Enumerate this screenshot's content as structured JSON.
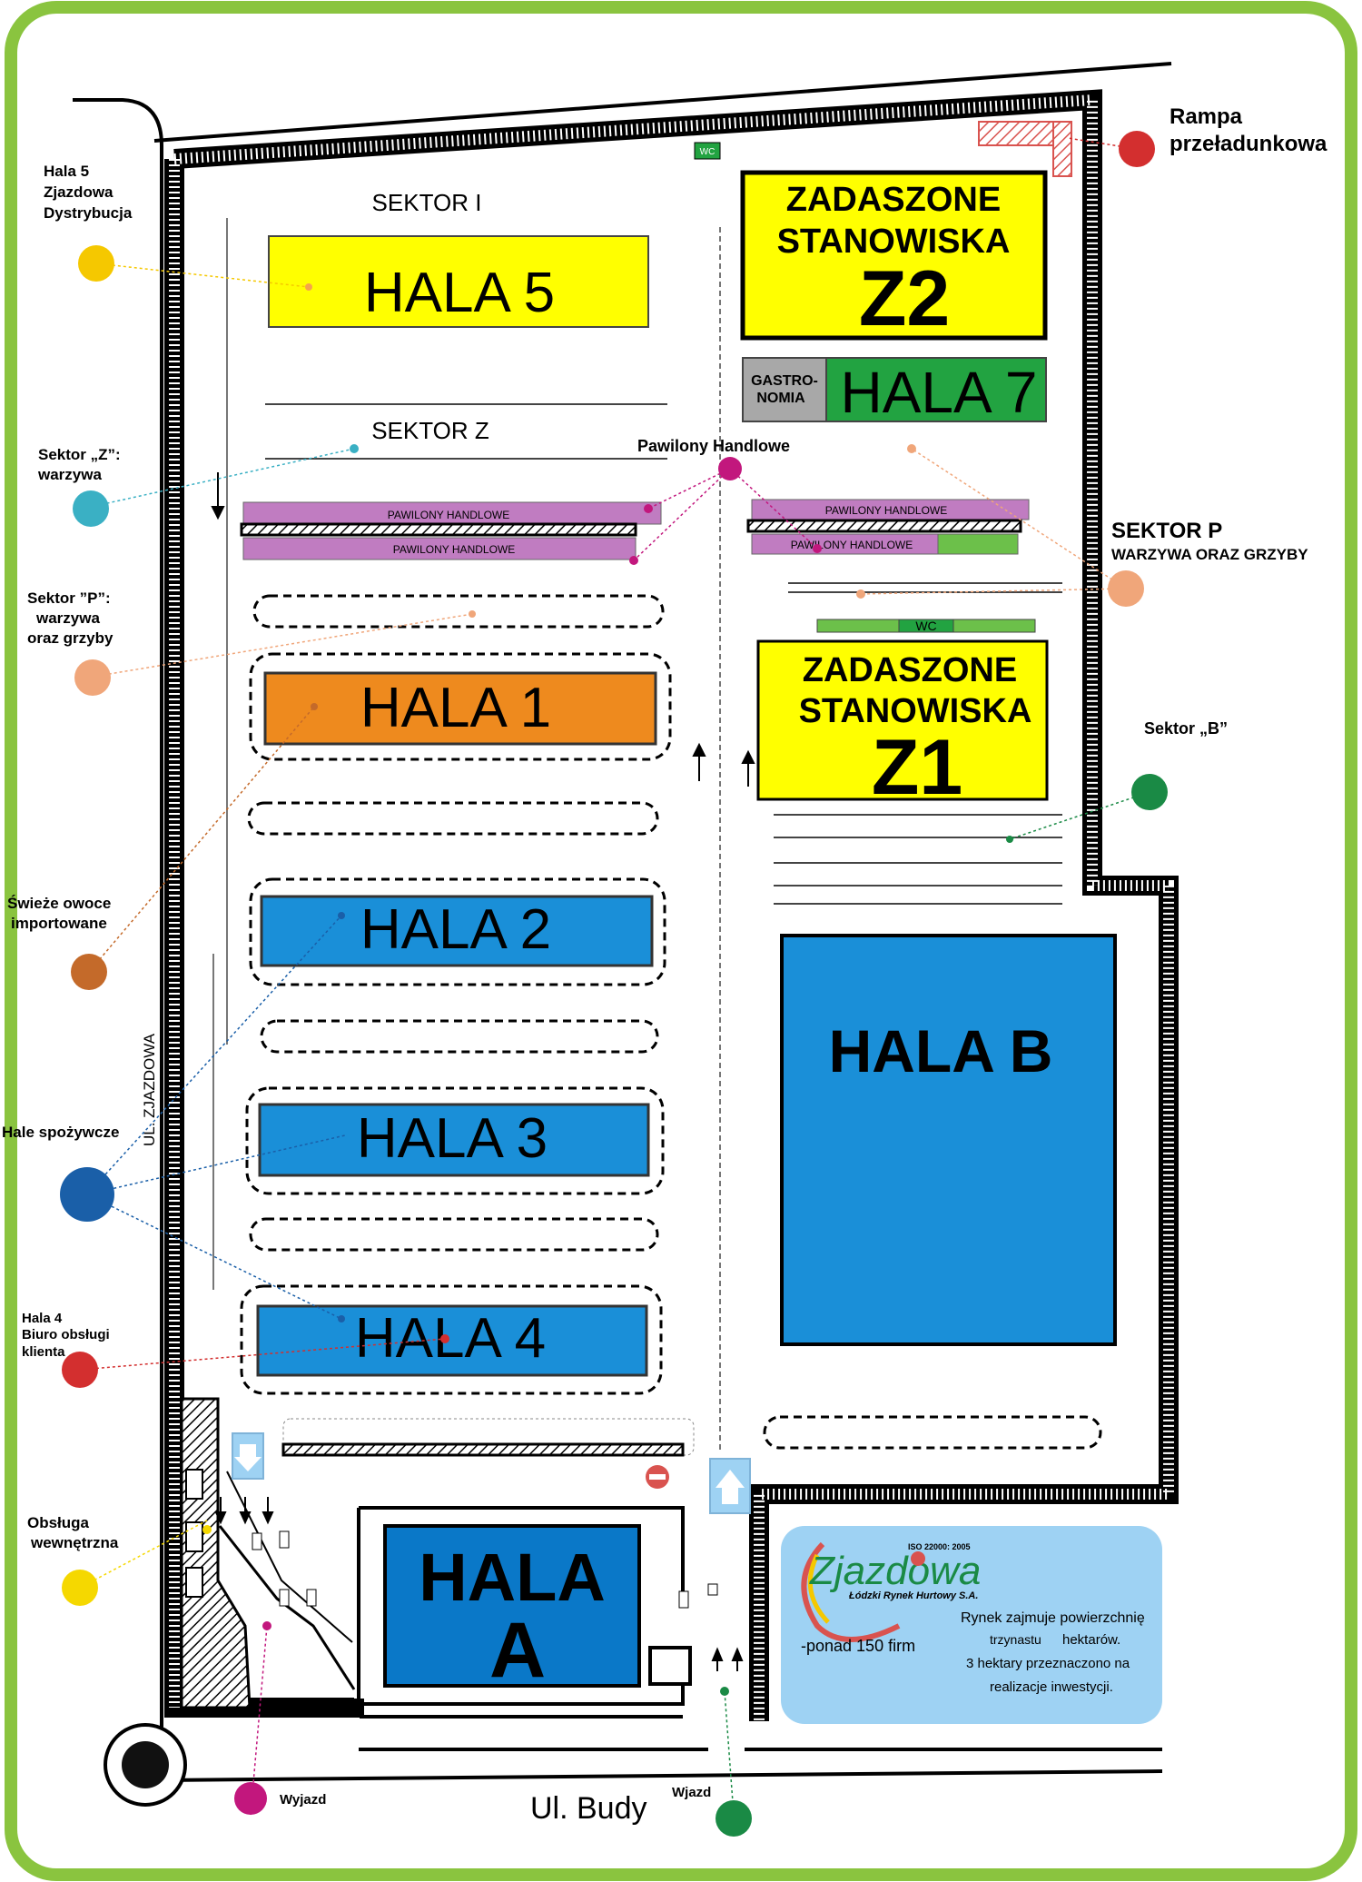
{
  "colors": {
    "frame": "#8ac43f",
    "yellow": "#ffff00",
    "orange": "#ee8a1e",
    "blue": "#1a8fd8",
    "dark_blue": "#0a78c8",
    "green": "#22a341",
    "light_green": "#6cc04a",
    "purple": "#c07cc1",
    "gray": "#a8a8a8",
    "info": "#9ed2f3",
    "rampa": "#d9534f"
  },
  "halls": {
    "hala5": "HALA 5",
    "hala1": "HALA 1",
    "hala2": "HALA 2",
    "hala3": "HALA 3",
    "hala4": "HALA 4",
    "hala7": "HALA 7",
    "hala_b": "HALA B",
    "hala_a_line1": "HALA",
    "hala_a_line2": "A",
    "gastro_line1": "GASTRO-",
    "gastro_line2": "NOMIA",
    "z2_line1": "ZADASZONE",
    "z2_line2": "STANOWISKA",
    "z2_line3": "Z2",
    "z1_line1": "ZADASZONE",
    "z1_line2": "STANOWISKA",
    "z1_line3": "Z1",
    "pawilony": "PAWILONY HANDLOWE",
    "wc": "WC"
  },
  "map_labels": {
    "sektor_i": "SEKTOR I",
    "sektor_z": "SEKTOR Z",
    "pawilony_handlowe": "Pawilony Handlowe",
    "ul_zjazdowa": "UL. ZJAZDOWA",
    "ul_budy": "Ul. Budy",
    "wjazd": "Wjazd",
    "wyjazd": "Wyjazd"
  },
  "legend": {
    "hala5_line1": "Hala 5",
    "hala5_line2": "Zjazdowa",
    "hala5_line3": "Dystrybucja",
    "sektor_z_line1": "Sektor „Z”:",
    "sektor_z_line2": "warzywa",
    "sektor_p_line1": "Sektor ”P”:",
    "sektor_p_line2": "warzywa",
    "sektor_p_line3": "oraz grzyby",
    "owoce_line1": "Świeże owoce",
    "owoce_line2": "importowane",
    "hale_spozywcze": "Hale spożywcze",
    "hala4_line1": "Hala 4",
    "hala4_line2": "Biuro obsługi",
    "hala4_line3": "klienta",
    "obsluga_line1": "Obsługa",
    "obsluga_line2": "wewnętrzna",
    "rampa_line1": "Rampa",
    "rampa_line2": "przeładunkowa",
    "sektor_p_right_title": "SEKTOR P",
    "sektor_p_right_sub": "WARZYWA ORAZ GRZYBY",
    "sektor_b": "Sektor „B”"
  },
  "info_box": {
    "brand": "Zjazdowa",
    "iso": "ISO 22000: 2005",
    "company": "Łódzki Rynek Hurtowy S.A.",
    "line1": "Rynek zajmuje powierzchnię",
    "line2a": "trzynastu",
    "line2b": "hektarów.",
    "line3": "3 hektary przeznaczono na",
    "line4": "realizacje inwestycji.",
    "firms": "-ponad 150 firm"
  }
}
